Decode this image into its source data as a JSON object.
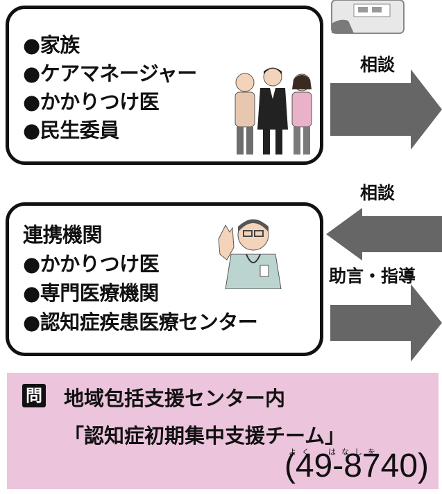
{
  "group1": {
    "items": [
      "●家族",
      "●ケアマネージャー",
      "●かかりつけ医",
      "●民生委員"
    ]
  },
  "group2": {
    "heading": "連携機関",
    "items": [
      "●かかりつけ医",
      "●専門医療機関",
      "●認知症疾患医療センター"
    ]
  },
  "arrows": {
    "to_right_1": "相談",
    "to_left": "相談",
    "to_right_2": "助言・指導"
  },
  "contact": {
    "mark": "問",
    "line1": "地域包括支援センター内",
    "line2": "「認知症初期集中支援チーム」",
    "phone_reading": "よく　はなしを",
    "phone": "(49-8740)"
  },
  "colors": {
    "arrow": "#666666",
    "contact_bg": "#ecc4dc",
    "border": "#111111"
  },
  "icons": [
    "people-illustration",
    "nurse-illustration",
    "desk-illustration"
  ]
}
